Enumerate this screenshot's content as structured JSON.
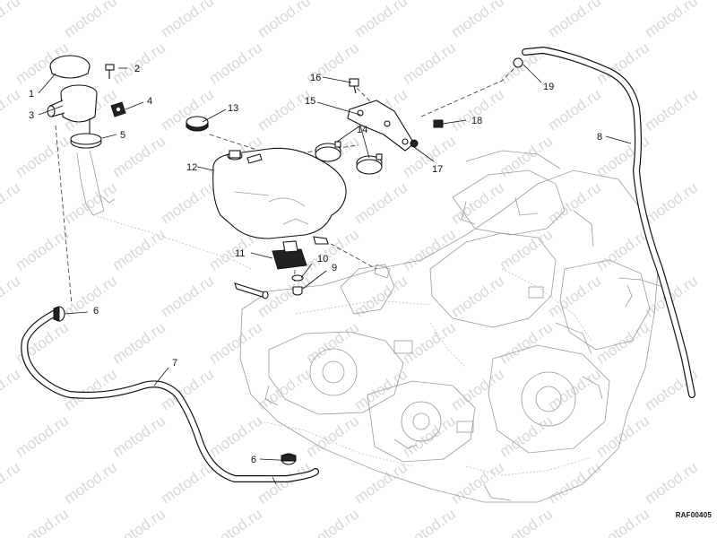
{
  "watermark_text": "motod.ru",
  "reference_code": "RAF00405",
  "callouts": [
    {
      "label": "1"
    },
    {
      "label": "2"
    },
    {
      "label": "3"
    },
    {
      "label": "4"
    },
    {
      "label": "5"
    },
    {
      "label": "6"
    },
    {
      "label": "6"
    },
    {
      "label": "7"
    },
    {
      "label": "8"
    },
    {
      "label": "9"
    },
    {
      "label": "10"
    },
    {
      "label": "11"
    },
    {
      "label": "12"
    },
    {
      "label": "13"
    },
    {
      "label": "14"
    },
    {
      "label": "15"
    },
    {
      "label": "16"
    },
    {
      "label": "17"
    },
    {
      "label": "18"
    },
    {
      "label": "19"
    }
  ]
}
